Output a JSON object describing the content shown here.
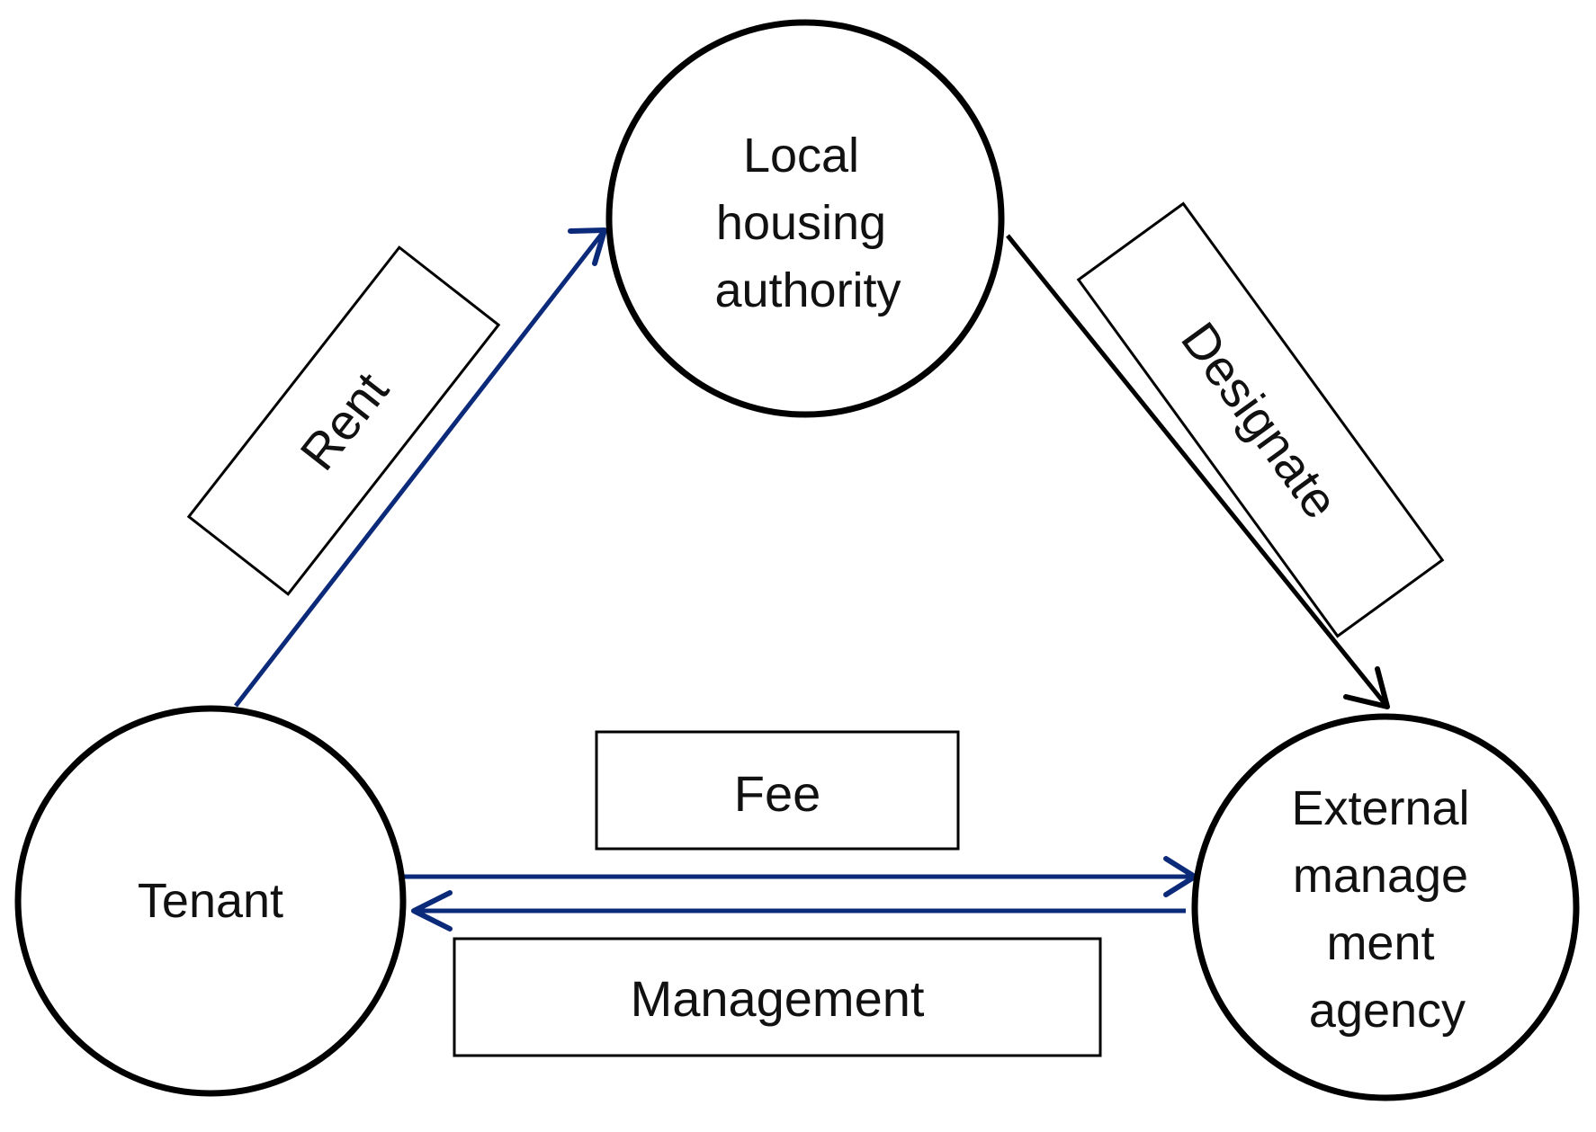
{
  "nodes": {
    "authority": {
      "lines": [
        "Local",
        "housing",
        "authority"
      ]
    },
    "tenant": {
      "lines": [
        "Tenant"
      ]
    },
    "agency": {
      "lines": [
        "External",
        "manage",
        "ment",
        "agency"
      ]
    }
  },
  "edges": {
    "rent": {
      "label": "Rent",
      "from": "Tenant",
      "to": "Local housing authority"
    },
    "designate": {
      "label": "Designate",
      "from": "Local housing authority",
      "to": "External management agency"
    },
    "fee": {
      "label": "Fee",
      "from": "Tenant",
      "to": "External management agency"
    },
    "management": {
      "label": "Management",
      "from": "External management agency",
      "to": "Tenant"
    }
  },
  "colors": {
    "flow_arrow": "#0c2a7a",
    "designate_arrow": "#000000",
    "outline": "#000000",
    "background": "#ffffff"
  }
}
